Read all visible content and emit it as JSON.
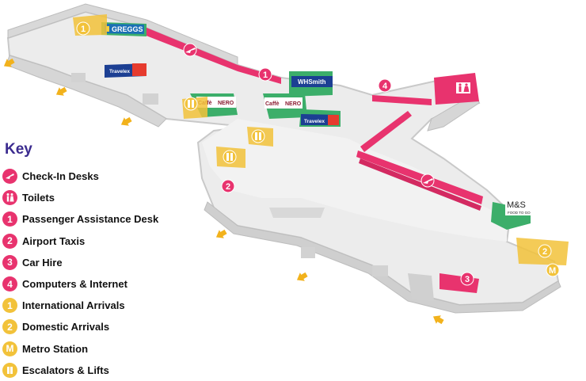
{
  "colors": {
    "pink": "#e8336e",
    "yellow": "#f2c23a",
    "green": "#3cae6a",
    "blue": "#1c3f93",
    "floor": "#e9e9e9",
    "wall": "#c9c9c9",
    "key_title": "#3b2b8f"
  },
  "key": {
    "title": "Key",
    "items": [
      {
        "badge": "",
        "icon": "plane-icon",
        "color": "pink",
        "label": "Check-In Desks"
      },
      {
        "badge": "",
        "icon": "toilets-icon",
        "color": "pink",
        "label": "Toilets"
      },
      {
        "badge": "1",
        "icon": "",
        "color": "pink",
        "label": "Passenger Assistance Desk"
      },
      {
        "badge": "2",
        "icon": "",
        "color": "pink",
        "label": "Airport Taxis"
      },
      {
        "badge": "3",
        "icon": "",
        "color": "pink",
        "label": "Car Hire"
      },
      {
        "badge": "4",
        "icon": "",
        "color": "pink",
        "label": "Computers & Internet"
      },
      {
        "badge": "1",
        "icon": "",
        "color": "yellow",
        "label": "International Arrivals"
      },
      {
        "badge": "2",
        "icon": "",
        "color": "yellow",
        "label": "Domestic Arrivals"
      },
      {
        "badge": "M",
        "icon": "",
        "color": "yellow",
        "label": "Metro Station"
      },
      {
        "badge": "",
        "icon": "escalator-icon",
        "color": "yellow",
        "label": "Escalators & Lifts"
      }
    ]
  },
  "map": {
    "shops": {
      "greggs": "GREGGS",
      "whsmith": "WHSmith",
      "travelex": "Travelex",
      "caffe": "Caffè",
      "nero": "NERO",
      "ms": "M&S",
      "ms_sub": "FOOD TO GO"
    },
    "markers": {
      "pink_1": "1",
      "pink_2": "2",
      "pink_3": "3",
      "pink_4": "4",
      "yellow_1": "1",
      "yellow_2": "2",
      "metro": "M"
    }
  }
}
